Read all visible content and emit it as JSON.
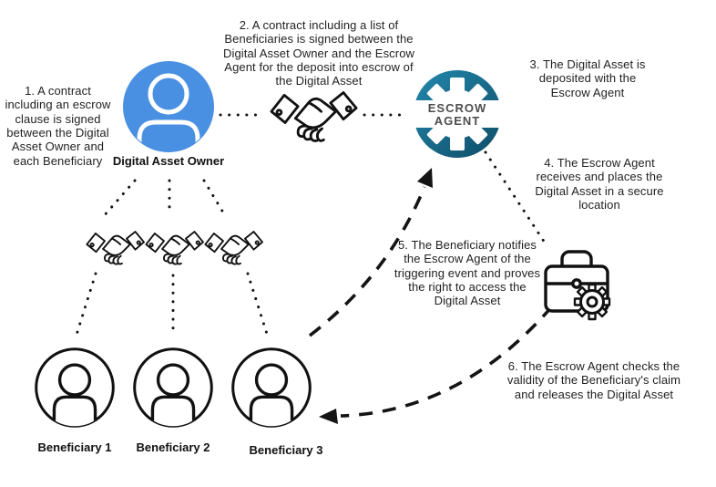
{
  "diagram": {
    "owner": {
      "label": "Digital Asset Owner"
    },
    "agent": {
      "line1": "ESCROW",
      "line2": "AGENT"
    },
    "beneficiaries": [
      {
        "label": "Beneficiary 1"
      },
      {
        "label": "Beneficiary 2"
      },
      {
        "label": "Beneficiary 3"
      }
    ],
    "steps": [
      {
        "text": "1. A contract including an escrow clause is signed between the Digital Asset Owner and each Beneficiary"
      },
      {
        "text": "2. A contract including a list of Beneficiaries is signed between the Digital Asset Owner and the Escrow Agent for the deposit into escrow of the Digital Asset"
      },
      {
        "text": "3. The Digital Asset is deposited with the Escrow Agent"
      },
      {
        "text": "4. The Escrow Agent receives and places the Digital Asset in a secure location"
      },
      {
        "text": "5. The Beneficiary notifies the Escrow Agent of the triggering event and proves the right to access the Digital Asset"
      },
      {
        "text": "6. The Escrow Agent checks the validity of the Beneficiary's claim and releases the Digital Asset"
      }
    ],
    "colors": {
      "owner_fill": "#4A90E2",
      "agent_gradient_start": "#2489AE",
      "agent_gradient_end": "#0E4C66",
      "agent_text": "#4D4D4D",
      "line": "#141414"
    }
  }
}
